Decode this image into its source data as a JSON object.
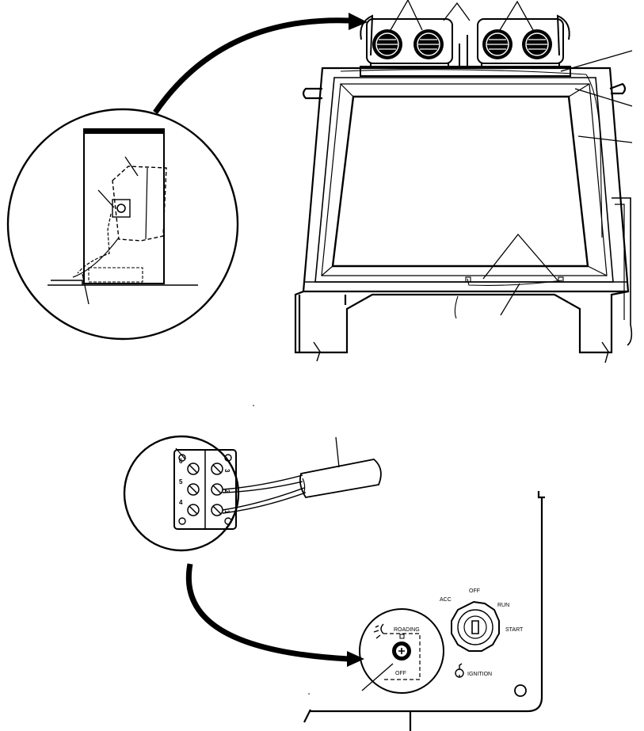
{
  "colors": {
    "ink": "#000000",
    "paper": "#ffffff"
  },
  "terminal_block": {
    "numbers": [
      "6",
      "5",
      "4",
      "3",
      "2",
      "1"
    ]
  },
  "roading_switch": {
    "icon": "roading-light-icon",
    "on_label": "ROADING",
    "off_label": "OFF"
  },
  "ignition_switch": {
    "icon": "ignition-key-icon",
    "positions": {
      "acc": "ACC",
      "off": "OFF",
      "run": "RUN",
      "start": "START"
    },
    "label": "IGNITION"
  }
}
